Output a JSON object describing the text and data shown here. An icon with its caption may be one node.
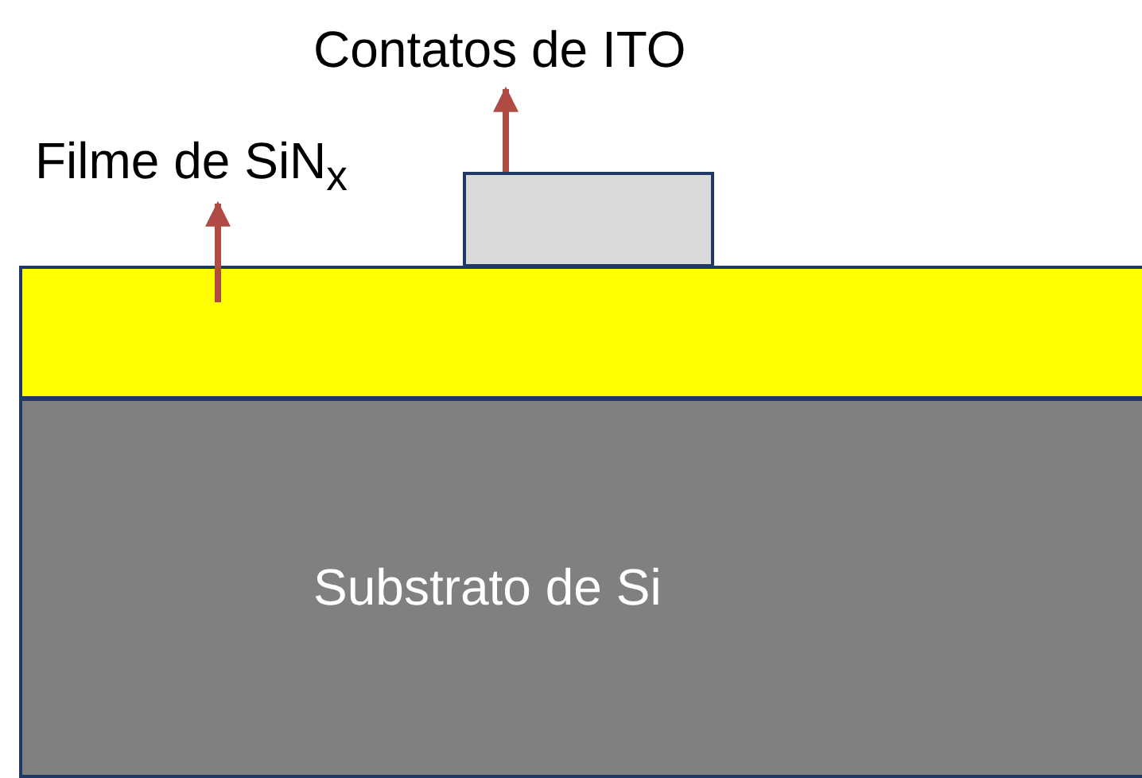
{
  "diagram": {
    "nodes": [
      {
        "text": [
          "Contatos de ITO"
        ]
      },
      {
        "text": [
          "Filme de SiN$_{x}$"
        ]
      },
      {
        "text": [],
        "shape": "box"
      },
      {
        "text": [],
        "shape": "bar"
      },
      {
        "text": [
          "Substrato de Si"
        ]
      }
    ],
    "edges": [
      {
        "from": 2,
        "to": 0,
        "arrow": "to"
      },
      {
        "from": 3,
        "to": 1,
        "arrow": "to"
      }
    ]
  }
}
